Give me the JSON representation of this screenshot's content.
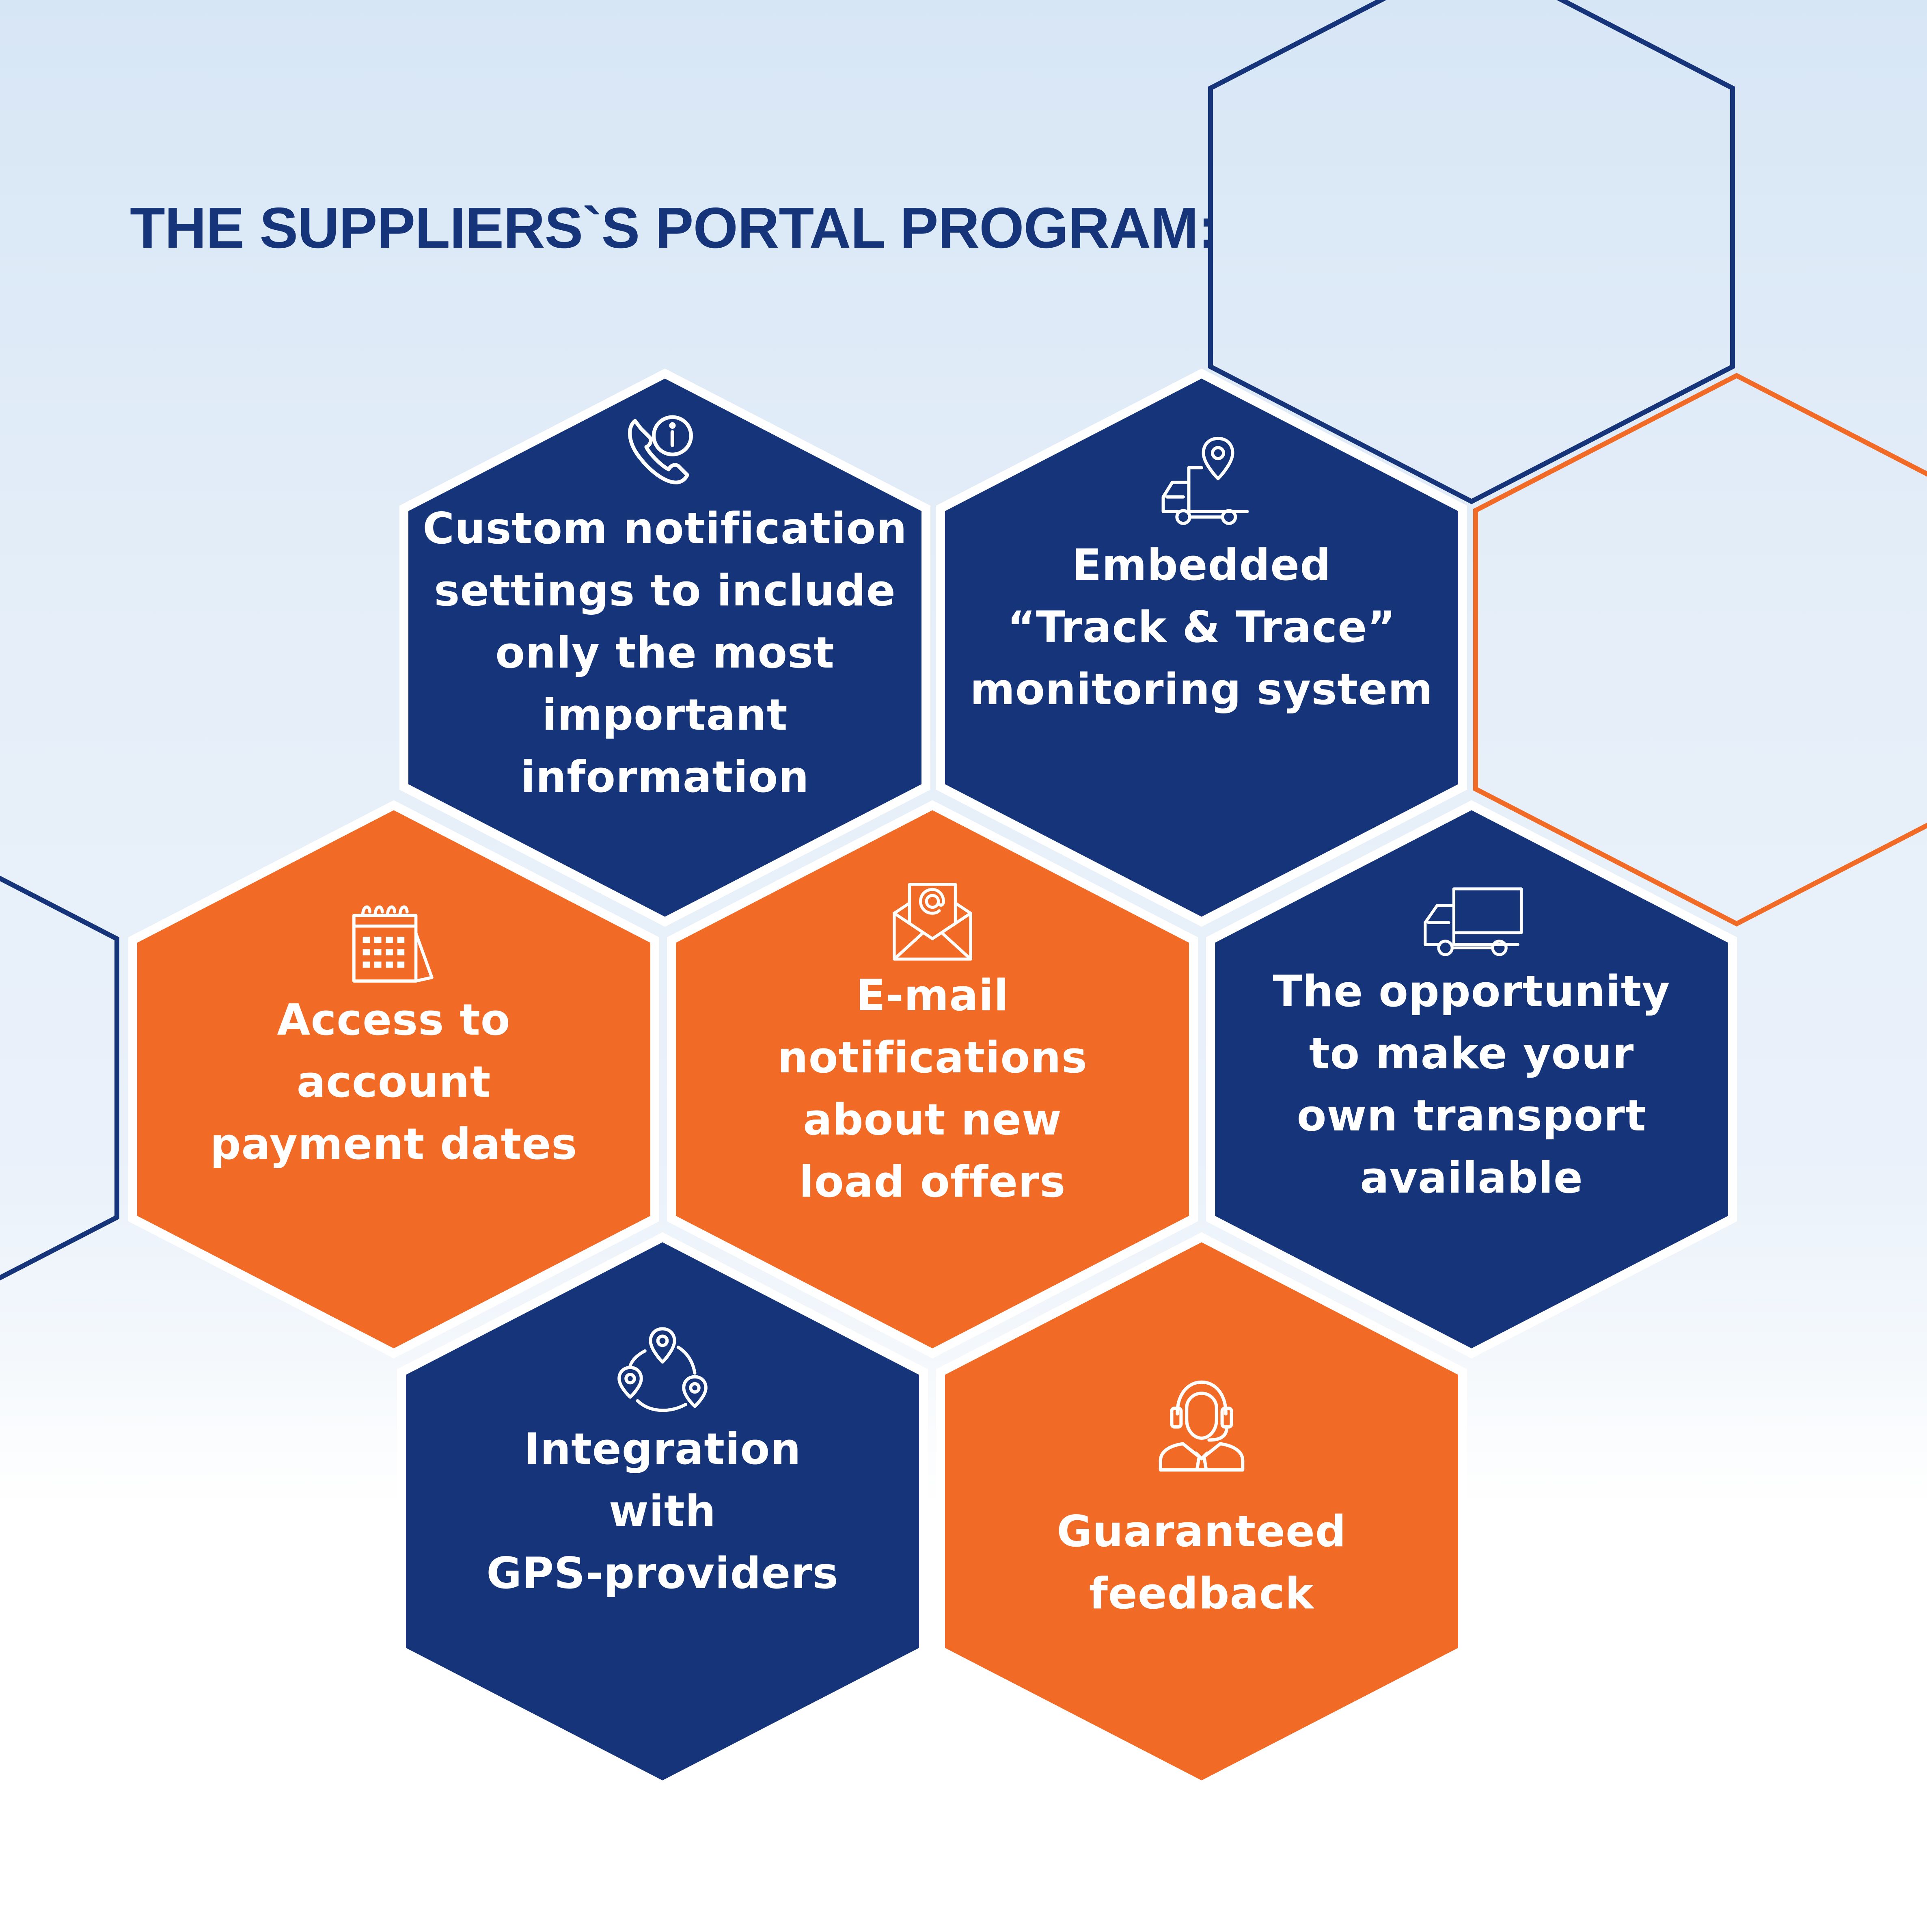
{
  "title": "THE SUPPLIERS`S PORTAL PROGRAM:",
  "colors": {
    "navy": "#15347a",
    "orange": "#f26b26",
    "white": "#ffffff"
  },
  "hexagons": [
    {
      "id": "custom-notifications",
      "label": "Custom notification\nsettings to include\nonly the most\nimportant\ninformation",
      "color": "navy",
      "icon": "phone-info-icon"
    },
    {
      "id": "track-trace",
      "label": "Embedded\n“Track & Trace”\nmonitoring system",
      "color": "navy",
      "icon": "truck-location-icon"
    },
    {
      "id": "payment-dates",
      "label": "Access to\naccount\npayment dates",
      "color": "orange",
      "icon": "calendar-icon"
    },
    {
      "id": "email-notifications",
      "label": "E-mail\nnotifications\nabout new\nload offers",
      "color": "orange",
      "icon": "email-icon"
    },
    {
      "id": "own-transport",
      "label": "The opportunity\nto make your\nown transport\navailable",
      "color": "navy",
      "icon": "truck-icon"
    },
    {
      "id": "gps-integration",
      "label": "Integration\nwith\nGPS-providers",
      "color": "navy",
      "icon": "gps-network-icon"
    },
    {
      "id": "feedback",
      "label": "Guaranteed\nfeedback",
      "color": "orange",
      "icon": "headset-operator-icon"
    }
  ]
}
